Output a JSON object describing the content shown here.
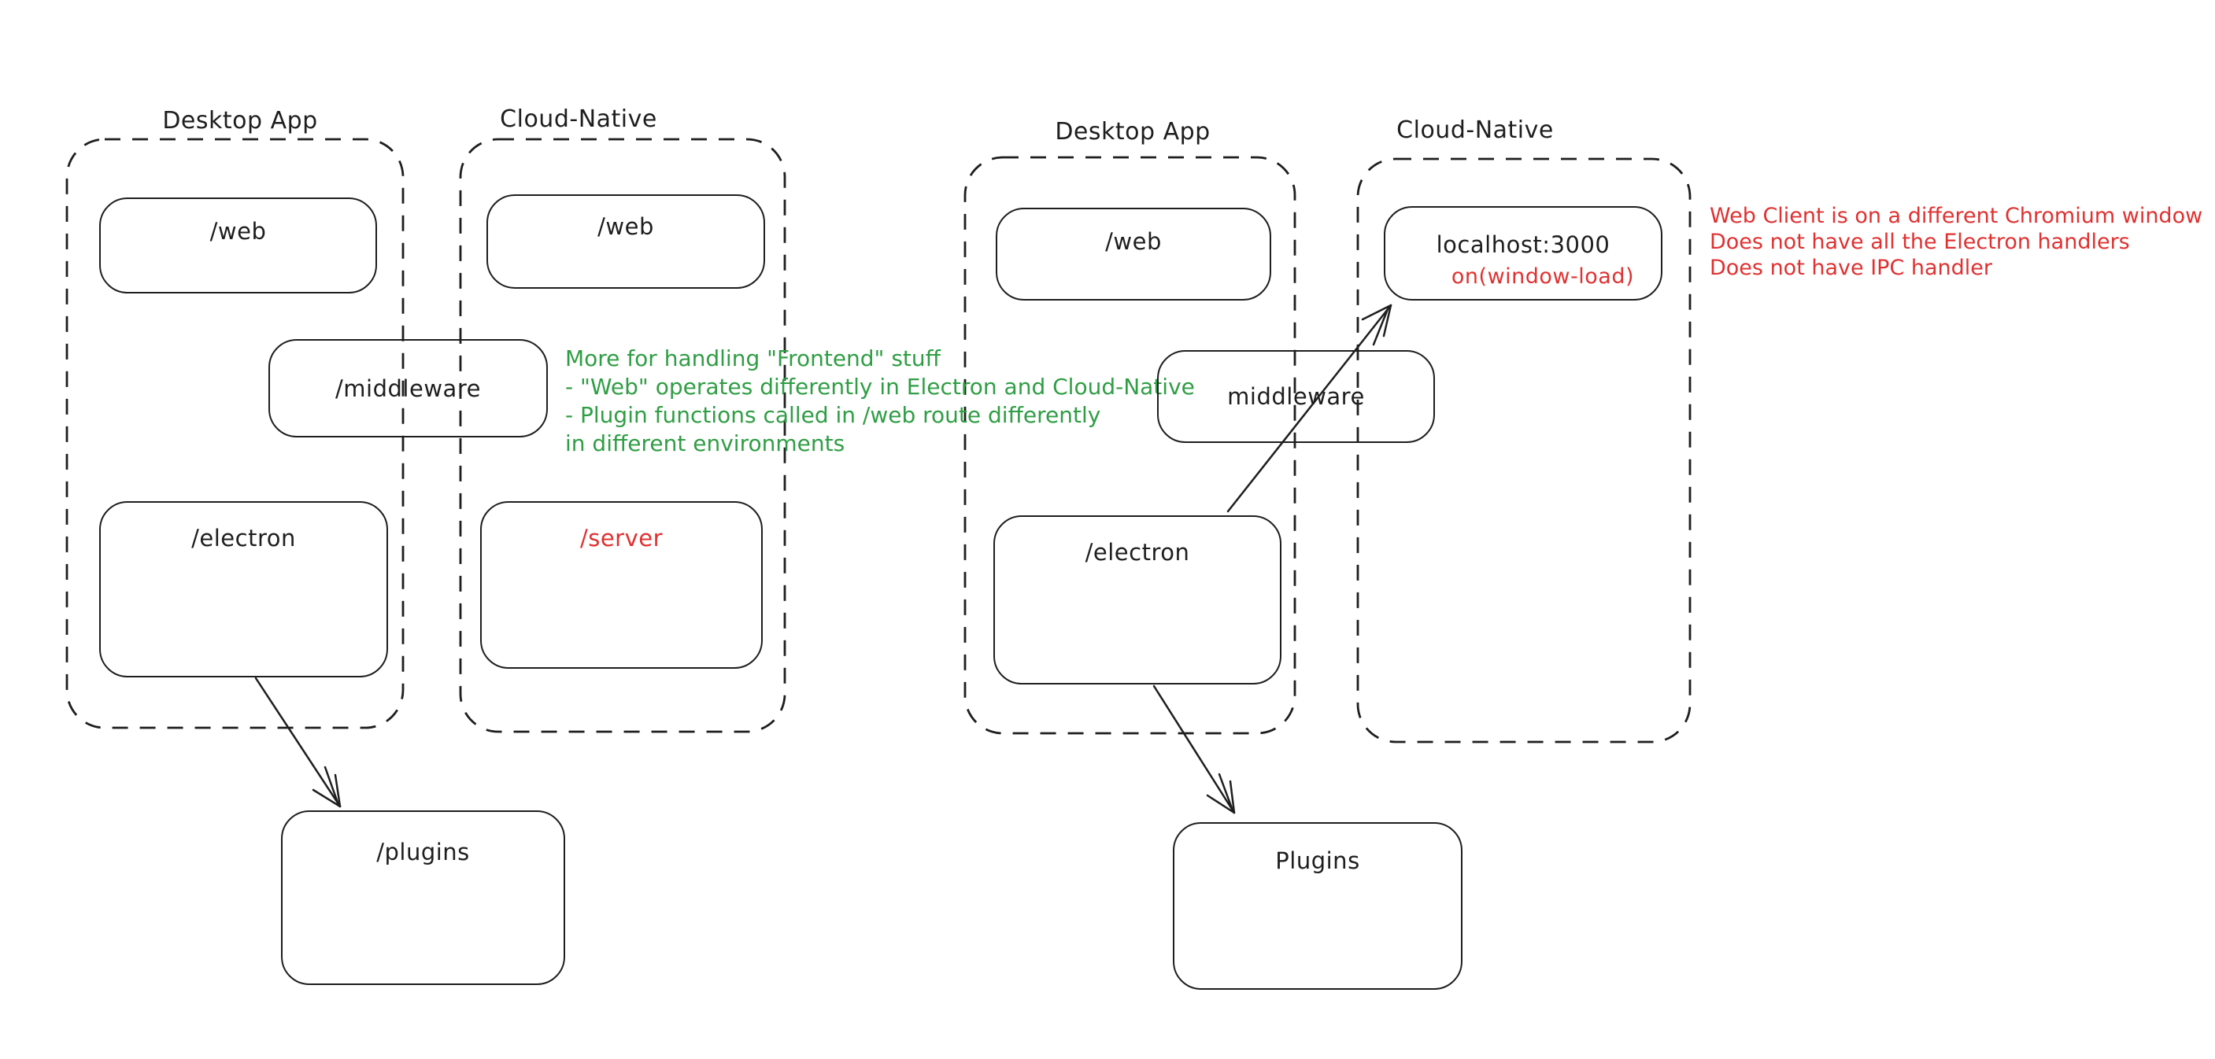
{
  "diagram_left": {
    "desktop_group_label": "Desktop App",
    "cloud_group_label": "Cloud-Native",
    "nodes": {
      "web_desktop": "/web",
      "web_cloud": "/web",
      "middleware": "/middleware",
      "electron": "/electron",
      "server": "/server",
      "plugins": "/plugins"
    }
  },
  "diagram_right": {
    "desktop_group_label": "Desktop App",
    "cloud_group_label": "Cloud-Native",
    "nodes": {
      "web": "/web",
      "localhost": "localhost:3000",
      "on_window_load": "on(window-load)",
      "middleware": "middleware",
      "electron": "/electron",
      "plugins": "Plugins"
    }
  },
  "annotations": {
    "middleware_note": {
      "color": "#2f9e44",
      "lines": [
        "More for handling \"Frontend\" stuff",
        "- \"Web\" operates differently in Electron and Cloud-Native",
        "- Plugin functions called in /web route differently",
        "in different environments"
      ]
    },
    "web_client_note": {
      "color": "#e03131",
      "lines": [
        "Web Client is on a different Chromium window",
        "Does not have all the Electron handlers",
        "Does not have IPC handler"
      ]
    }
  },
  "colors": {
    "stroke": "#1e1e1e",
    "green": "#2f9e44",
    "red": "#e03131",
    "background": "#ffffff"
  }
}
